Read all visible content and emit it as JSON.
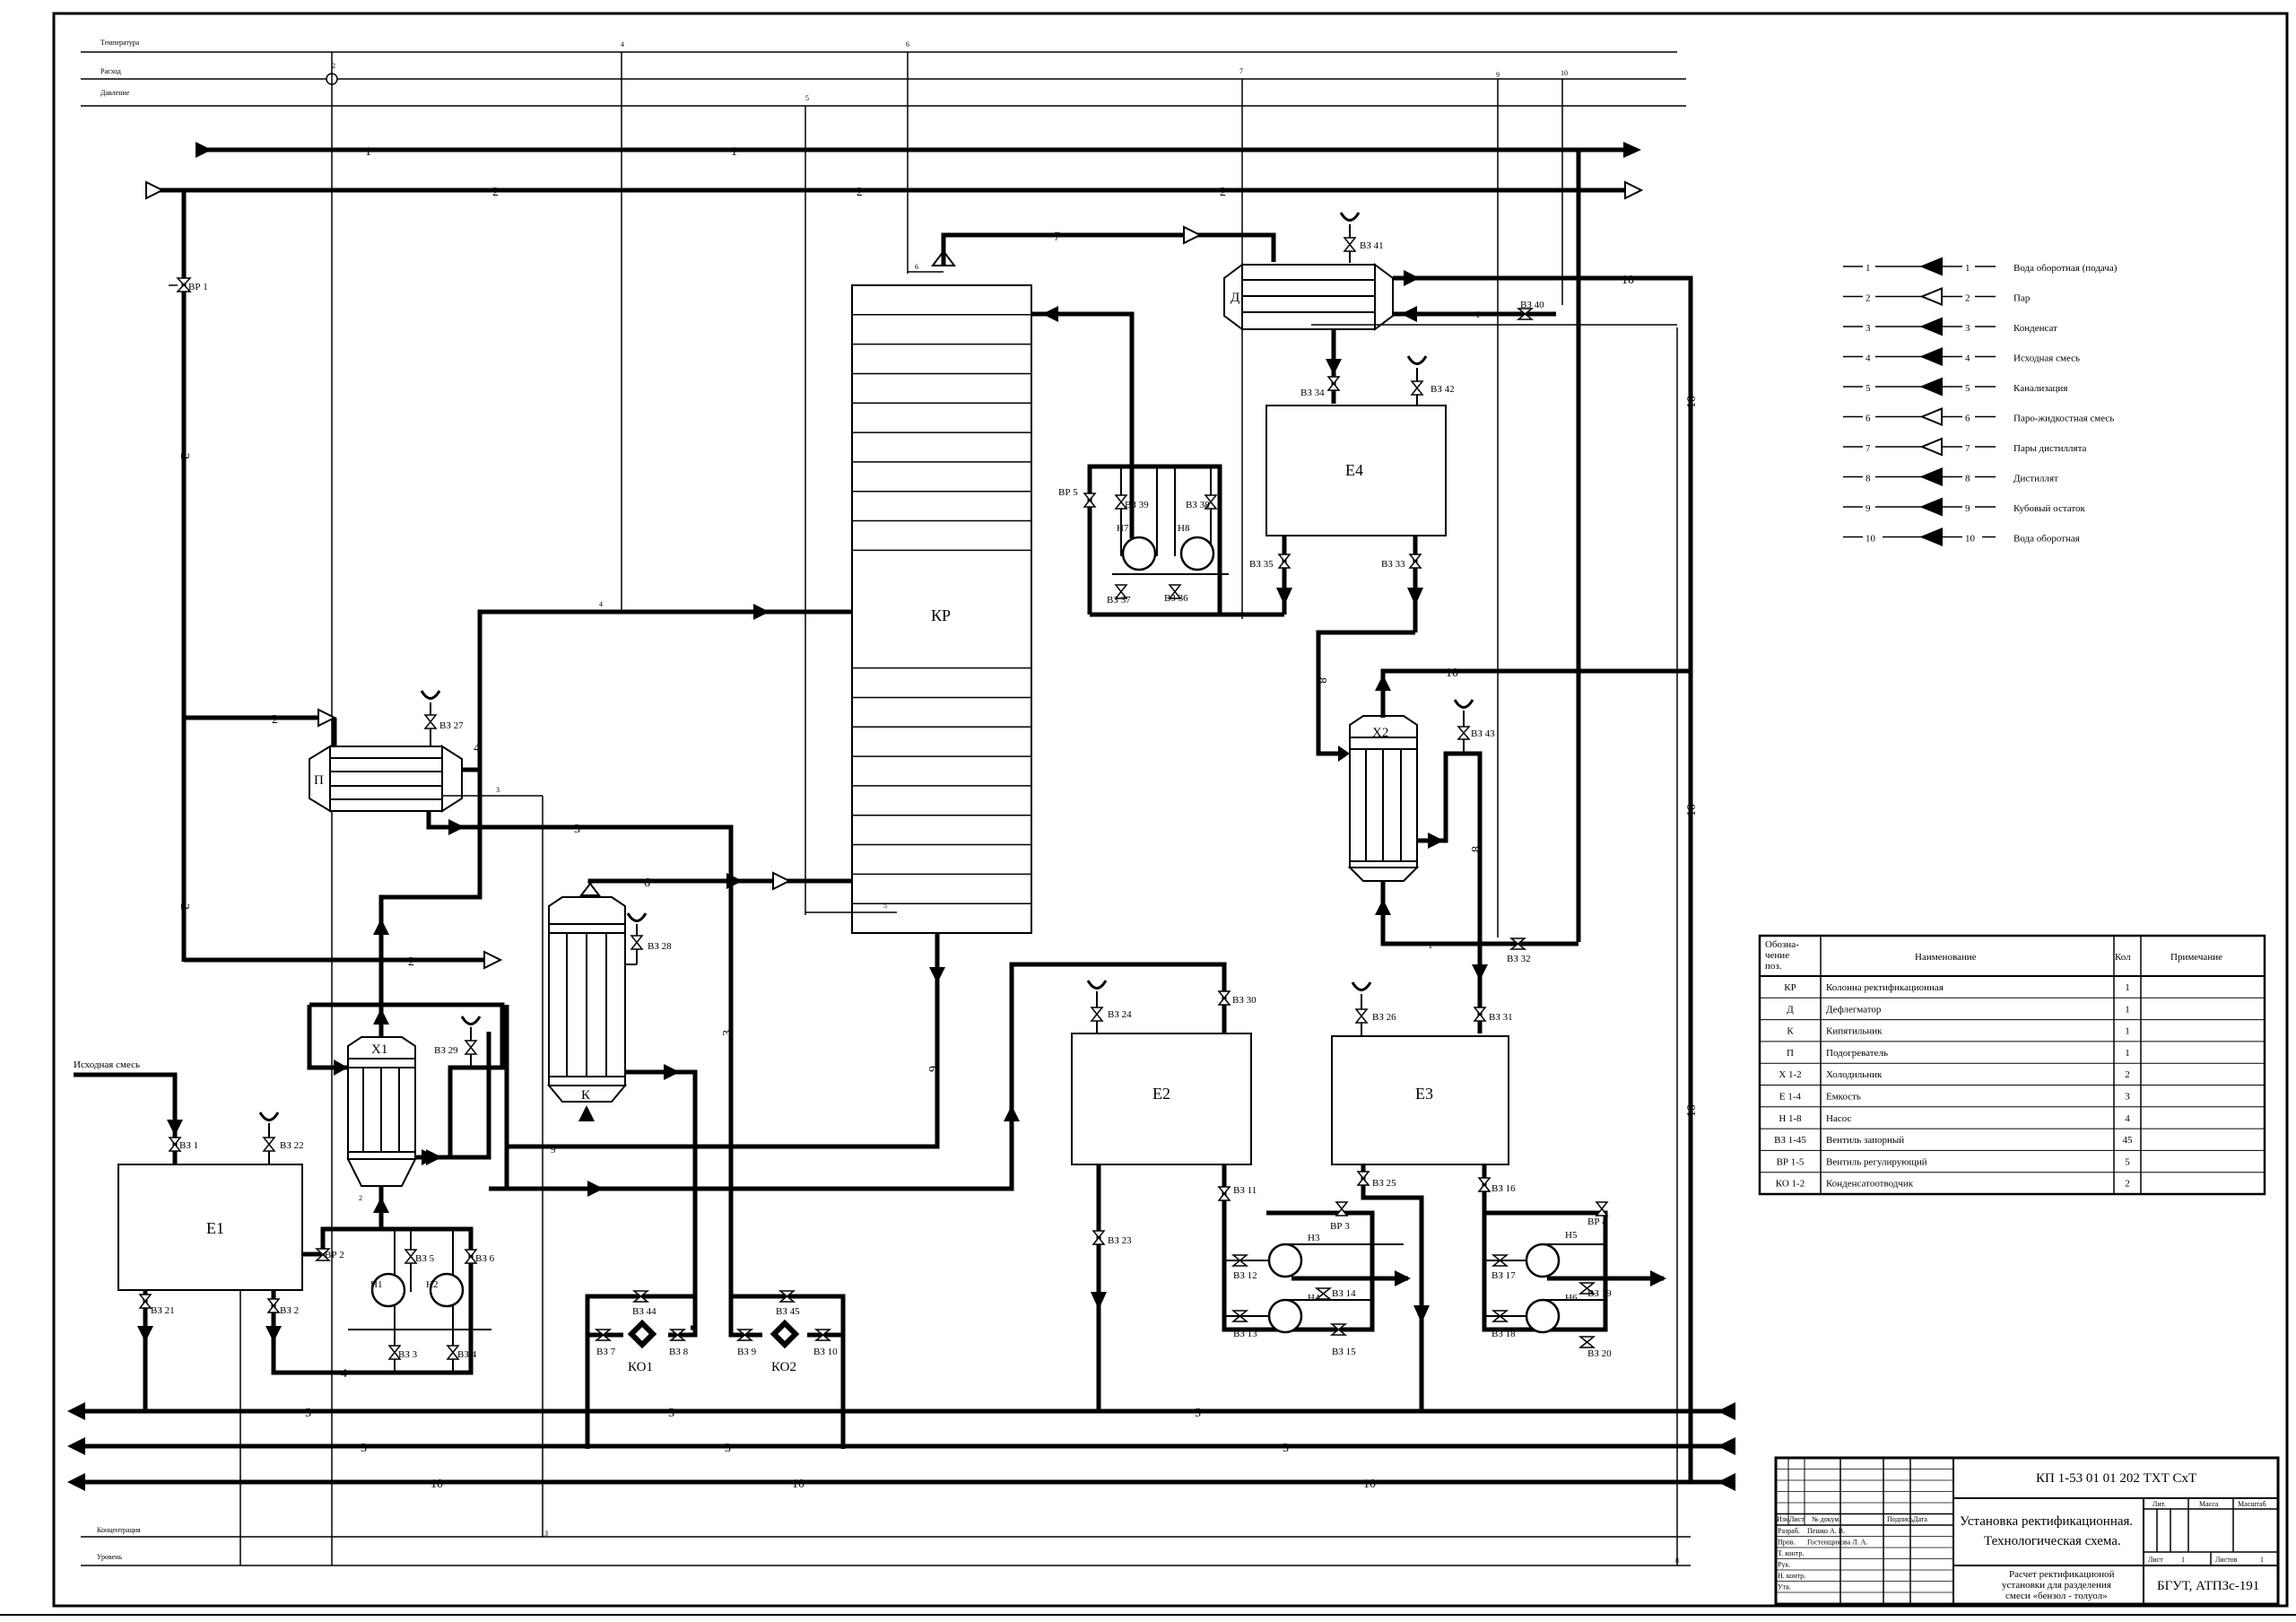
{
  "instrument_lines": {
    "temperature": "Температура",
    "flow": "Расход",
    "pressure": "Давление",
    "concentration": "Концентрация",
    "level": "Уровень"
  },
  "instrument_numbers": [
    "1",
    "2",
    "3",
    "4",
    "5",
    "6",
    "7",
    "8",
    "9",
    "10"
  ],
  "equipment": {
    "column": "КР",
    "dephlegmator": "Д",
    "boiler": "К",
    "heater": "П",
    "cooler1": "Х1",
    "cooler2": "Х2",
    "tank1": "Е1",
    "tank2": "Е2",
    "tank3": "Е3",
    "tank4": "Е4",
    "pumps": [
      "Н1",
      "Н2",
      "Н3",
      "Н4",
      "Н5",
      "Н6",
      "Н7",
      "Н8"
    ],
    "traps": [
      "КО1",
      "КО2"
    ]
  },
  "feed_label": "Исходная смесь",
  "valves": {
    "vz": [
      "ВЗ 1",
      "ВЗ 2",
      "ВЗ 3",
      "ВЗ 4",
      "ВЗ 5",
      "ВЗ 6",
      "ВЗ 7",
      "ВЗ 8",
      "ВЗ 9",
      "ВЗ 10",
      "ВЗ 11",
      "ВЗ 12",
      "ВЗ 13",
      "ВЗ 14",
      "ВЗ 15",
      "ВЗ 16",
      "ВЗ 17",
      "ВЗ 18",
      "ВЗ 19",
      "ВЗ 20",
      "ВЗ 21",
      "ВЗ 22",
      "ВЗ 23",
      "ВЗ 24",
      "ВЗ 25",
      "ВЗ 26",
      "ВЗ 27",
      "ВЗ 28",
      "ВЗ 29",
      "ВЗ 30",
      "ВЗ 31",
      "ВЗ 32",
      "ВЗ 33",
      "ВЗ 34",
      "ВЗ 35",
      "ВЗ 36",
      "ВЗ 37",
      "ВЗ 38",
      "ВЗ 39",
      "ВЗ 40",
      "ВЗ 41",
      "ВЗ 42",
      "ВЗ 43",
      "ВЗ 44",
      "ВЗ 45"
    ],
    "vr": [
      "ВР 1",
      "ВР 2",
      "ВР 3",
      "ВР 4",
      "ВР 5"
    ]
  },
  "legend": [
    {
      "code": "1",
      "label": "Вода оборотная (подача)",
      "filled": true
    },
    {
      "code": "2",
      "label": "Пар",
      "filled": false
    },
    {
      "code": "3",
      "label": "Конденсат",
      "filled": true
    },
    {
      "code": "4",
      "label": "Исходная смесь",
      "filled": true
    },
    {
      "code": "5",
      "label": "Канализация",
      "filled": true
    },
    {
      "code": "6",
      "label": "Паро-жидкостная смесь",
      "filled": false
    },
    {
      "code": "7",
      "label": "Пары дистиллята",
      "filled": false
    },
    {
      "code": "8",
      "label": "Дистиллят",
      "filled": true
    },
    {
      "code": "9",
      "label": "Кубовый остаток",
      "filled": true
    },
    {
      "code": "10",
      "label": "Вода оборотная",
      "filled": true
    }
  ],
  "spec_table": {
    "headers": [
      "Обозна-чение поз.",
      "Наименование",
      "Кол",
      "Примечание"
    ],
    "rows": [
      [
        "КР",
        "Колонна ректификационная",
        "1",
        ""
      ],
      [
        "Д",
        "Дефлегматор",
        "1",
        ""
      ],
      [
        "К",
        "Кипятильник",
        "1",
        ""
      ],
      [
        "П",
        "Подогреватель",
        "1",
        ""
      ],
      [
        "Х 1-2",
        "Холодильник",
        "2",
        ""
      ],
      [
        "Е 1-4",
        "Емкость",
        "3",
        ""
      ],
      [
        "Н 1-8",
        "Насос",
        "4",
        ""
      ],
      [
        "ВЗ 1-45",
        "Вентиль запорный",
        "45",
        ""
      ],
      [
        "ВР 1-5",
        "Вентиль регулирующий",
        "5",
        ""
      ],
      [
        "КО 1-2",
        "Конденсатоотводчик",
        "2",
        ""
      ]
    ]
  },
  "title_block": {
    "code": "КП 1-53 01 01 202 ТХТ СхТ",
    "name_line1": "Установка ректификационная.",
    "name_line2": "Технологическая схема.",
    "desc_line1": "Расчет ректификационой",
    "desc_line2": "установки для разделения",
    "desc_line3": "смеси «бензол - толуол»",
    "org": "БГУТ, АТПЗс-191",
    "row_labels": [
      "Изм.",
      "Лист",
      "№ докум.",
      "Подпись",
      "Дата"
    ],
    "roles": [
      "Разраб.",
      "Пров.",
      "Т. контр.",
      "Рук.",
      "Н. контр.",
      "Утв."
    ],
    "people": [
      "Пешко А. В.",
      "Гостенщикова Л. А."
    ],
    "col_labels": [
      "Лит.",
      "Масса",
      "Масштаб"
    ],
    "sheet": "Лист",
    "sheet_no": "1",
    "sheets": "Листов",
    "sheets_no": "1"
  },
  "line_numbers": [
    "1",
    "2",
    "3",
    "4",
    "5",
    "6",
    "7",
    "8",
    "9",
    "10"
  ]
}
